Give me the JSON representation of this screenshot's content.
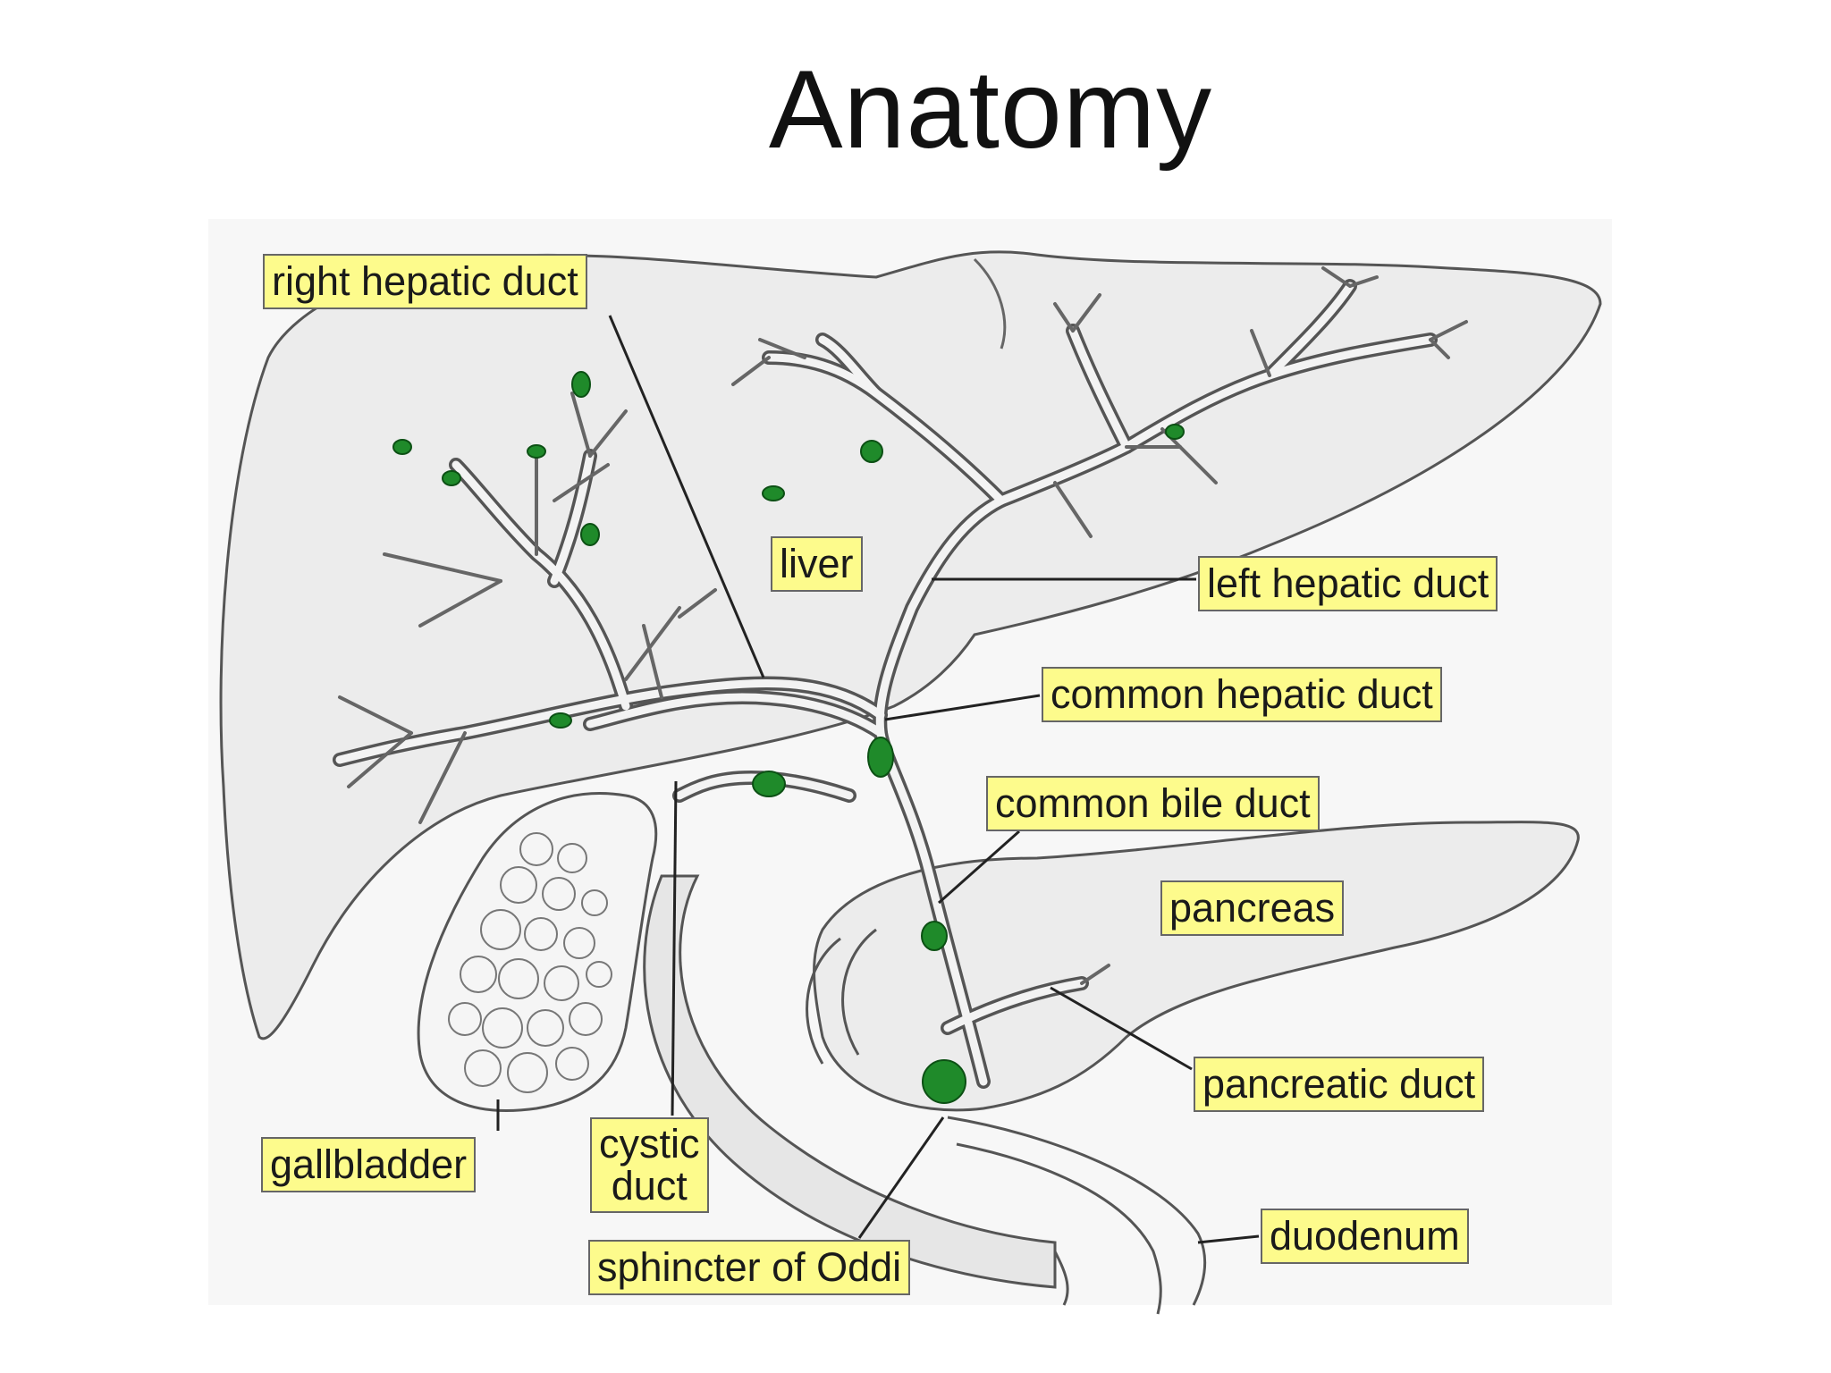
{
  "title": "Anatomy",
  "labels": {
    "right_hepatic_duct": "right hepatic duct",
    "liver": "liver",
    "left_hepatic_duct": "left hepatic duct",
    "common_hepatic_duct": "common hepatic duct",
    "common_bile_duct": "common bile duct",
    "pancreas": "pancreas",
    "pancreatic_duct": "pancreatic duct",
    "gallbladder": "gallbladder",
    "cystic_duct": "cystic\nduct",
    "sphincter_of_oddi": "sphincter of Oddi",
    "duodenum": "duodenum"
  },
  "colors": {
    "label_bg": "#fdfb8c",
    "organ_fill": "#ececec",
    "outline": "#555555",
    "node_green": "#1f8a2a"
  }
}
